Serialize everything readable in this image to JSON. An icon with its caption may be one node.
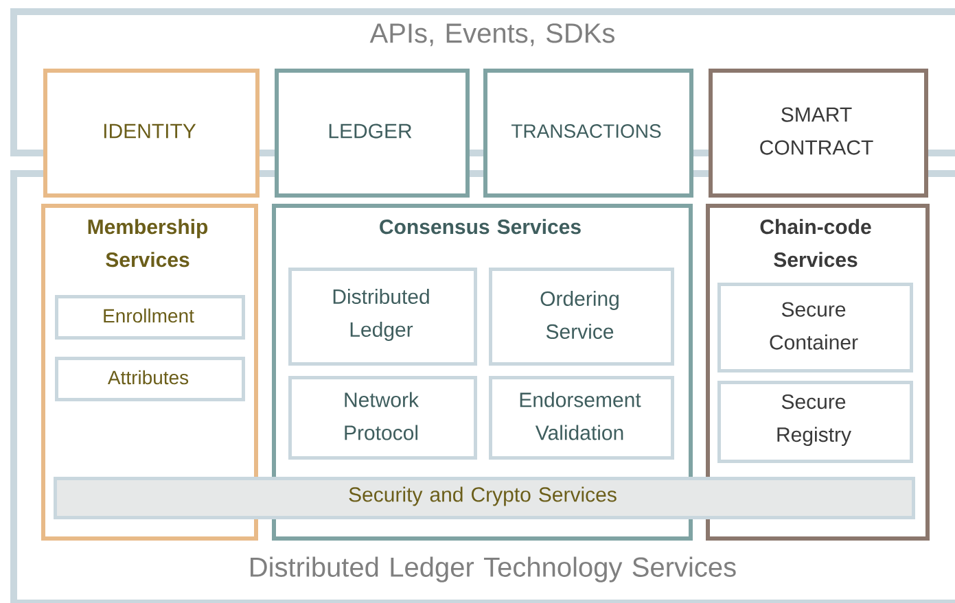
{
  "diagram": {
    "nodes": [
      {
        "text": [
          "APIs, Events, SDKs"
        ]
      },
      {
        "text": [
          "Distributed Ledger Technology Services"
        ]
      },
      {
        "text": [
          "IDENTITY"
        ]
      },
      {
        "text": [
          "LEDGER"
        ]
      },
      {
        "text": [
          "TRANSACTIONS"
        ]
      },
      {
        "text": [
          "SMART CONTRACT"
        ]
      },
      {
        "text": [
          "Membership Services"
        ],
        "in": 1
      },
      {
        "text": [
          "Enrollment"
        ],
        "in": 6
      },
      {
        "text": [
          "Attributes"
        ],
        "in": 6
      },
      {
        "text": [
          "Consensus Services"
        ],
        "in": 1
      },
      {
        "text": [
          "Distributed Ledger"
        ],
        "in": 9
      },
      {
        "text": [
          "Ordering Service"
        ],
        "in": 9
      },
      {
        "text": [
          "Network Protocol"
        ],
        "in": 9
      },
      {
        "text": [
          "Endorsement Validation"
        ],
        "in": 9
      },
      {
        "text": [
          "Chain-code Services"
        ],
        "in": 1
      },
      {
        "text": [
          "Secure Container"
        ],
        "in": 14
      },
      {
        "text": [
          "Secure Registry"
        ],
        "in": 14
      },
      {
        "text": [
          "Security and Crypto Services"
        ],
        "in": 1
      }
    ]
  }
}
